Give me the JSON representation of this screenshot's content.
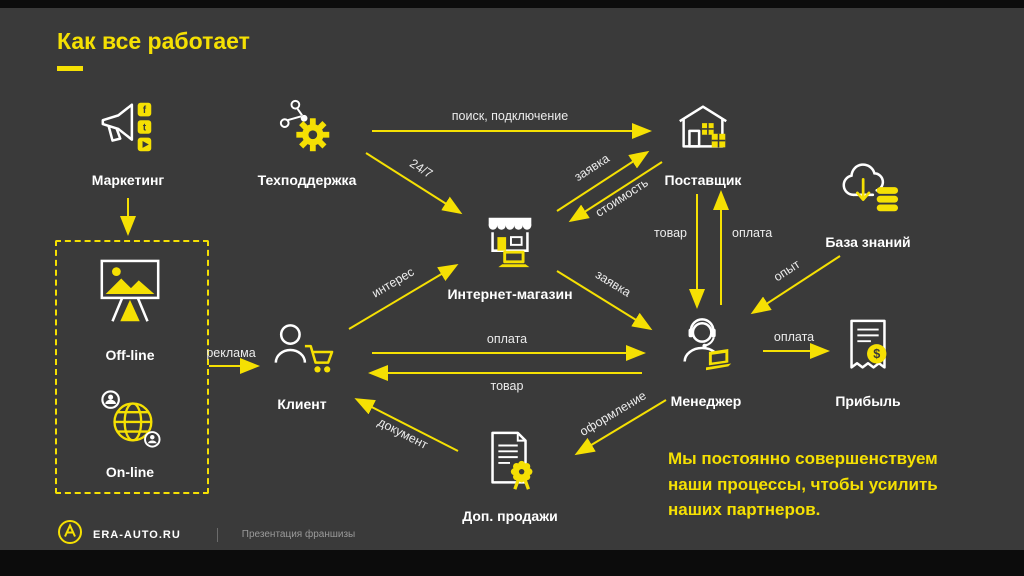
{
  "slide": {
    "title": "Как все работает",
    "note": "Мы постоянно совершенствуем наши процессы, чтобы усилить наших партнеров."
  },
  "colors": {
    "background": "#3a3a3a",
    "accent_yellow": "#f5e003",
    "label_white": "#ffffff",
    "muted_gray": "#9a9a9a"
  },
  "nodes": {
    "marketing": {
      "label": "Маркетинг",
      "icon": "megaphone-social-icon"
    },
    "techsupport": {
      "label": "Техподдержка",
      "icon": "gear-network-icon"
    },
    "supplier": {
      "label": "Поставщик",
      "icon": "warehouse-boxes-icon"
    },
    "knowledge": {
      "label": "База знаний",
      "icon": "cloud-database-icon"
    },
    "store": {
      "label": "Интернет-магазин",
      "icon": "storefront-laptop-icon"
    },
    "offline": {
      "label": "Off-line",
      "icon": "billboard-icon"
    },
    "online": {
      "label": "On-line",
      "icon": "globe-users-icon"
    },
    "client": {
      "label": "Клиент",
      "icon": "person-cart-icon"
    },
    "manager": {
      "label": "Менеджер",
      "icon": "support-agent-icon"
    },
    "profit": {
      "label": "Прибыль",
      "icon": "receipt-dollar-icon"
    },
    "sales": {
      "label": "Доп. продажи",
      "icon": "certificate-seal-icon"
    }
  },
  "edges": {
    "marketing_flow": {
      "from": "marketing",
      "to": "channels-box",
      "label": ""
    },
    "advertising": {
      "from": "channels-box",
      "to": "client",
      "label": "реклама"
    },
    "search_connect": {
      "from": "techsupport",
      "to": "supplier",
      "label": "поиск, подключение"
    },
    "support_247": {
      "from": "techsupport",
      "to": "store",
      "label": "24/7"
    },
    "interest": {
      "from": "client",
      "to": "store",
      "label": "интерес"
    },
    "request_to_supplier": {
      "from": "store",
      "to": "supplier",
      "label": "заявка"
    },
    "cost": {
      "from": "supplier",
      "to": "store",
      "label": "стоимость"
    },
    "request_to_manager": {
      "from": "store",
      "to": "manager",
      "label": "заявка"
    },
    "goods_from_supplier": {
      "from": "supplier",
      "to": "manager",
      "label": "товар"
    },
    "payment_to_supplier": {
      "from": "manager",
      "to": "supplier",
      "label": "оплата"
    },
    "experience": {
      "from": "knowledge",
      "to": "manager",
      "label": "опыт"
    },
    "payment_to_manager": {
      "from": "client",
      "to": "manager",
      "label": "оплата"
    },
    "goods_to_client": {
      "from": "manager",
      "to": "client",
      "label": "товар"
    },
    "payment_to_profit": {
      "from": "manager",
      "to": "profit",
      "label": "оплата"
    },
    "processing": {
      "from": "manager",
      "to": "sales",
      "label": "оформление"
    },
    "document": {
      "from": "sales",
      "to": "client",
      "label": "документ"
    }
  },
  "icon_glyphs": {
    "facebook": "f",
    "twitter": "t",
    "dollar": "$"
  },
  "footer": {
    "brand": "ERA-AUTO.RU",
    "caption": "Презентация франшизы"
  }
}
